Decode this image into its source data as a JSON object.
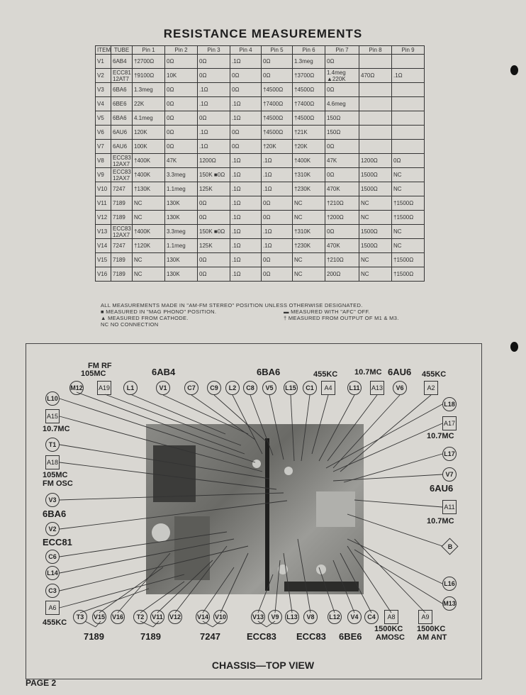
{
  "title": "RESISTANCE MEASUREMENTS",
  "table": {
    "headers": [
      "ITEM",
      "TUBE",
      "Pin 1",
      "Pin 2",
      "Pin 3",
      "Pin 4",
      "Pin 5",
      "Pin 6",
      "Pin 7",
      "Pin 8",
      "Pin 9"
    ],
    "rows": [
      [
        "V1",
        "6AB4",
        "†2700Ω",
        "0Ω",
        "0Ω",
        ".1Ω",
        "0Ω",
        "1.3meg",
        "0Ω",
        "",
        ""
      ],
      [
        "V2",
        "ECC81 12AT7",
        "†9100Ω",
        "10K",
        "0Ω",
        "0Ω",
        "0Ω",
        "†3700Ω",
        "1.4meg ▲220K",
        "470Ω",
        ".1Ω"
      ],
      [
        "V3",
        "6BA6",
        "1.3meg",
        "0Ω",
        ".1Ω",
        "0Ω",
        "†4500Ω",
        "†4500Ω",
        "0Ω",
        "",
        ""
      ],
      [
        "V4",
        "6BE6",
        "22K",
        "0Ω",
        ".1Ω",
        ".1Ω",
        "†7400Ω",
        "†7400Ω",
        "4.6meg",
        "",
        ""
      ],
      [
        "V5",
        "6BA6",
        "4.1meg",
        "0Ω",
        "0Ω",
        ".1Ω",
        "†4500Ω",
        "†4500Ω",
        "150Ω",
        "",
        ""
      ],
      [
        "V6",
        "6AU6",
        "120K",
        "0Ω",
        ".1Ω",
        "0Ω",
        "†4500Ω",
        "†21K",
        "150Ω",
        "",
        ""
      ],
      [
        "V7",
        "6AU6",
        "100K",
        "0Ω",
        ".1Ω",
        "0Ω",
        "†20K",
        "†20K",
        "0Ω",
        "",
        ""
      ],
      [
        "V8",
        "ECC83 12AX7",
        "†400K",
        "47K",
        "1200Ω",
        ".1Ω",
        ".1Ω",
        "†400K",
        "47K",
        "1200Ω",
        "0Ω"
      ],
      [
        "V9",
        "ECC83 12AX7",
        "†400K",
        "3.3meg",
        "150K ■0Ω",
        ".1Ω",
        ".1Ω",
        "†310K",
        "0Ω",
        "1500Ω",
        "NC"
      ],
      [
        "V10",
        "7247",
        "†130K",
        "1.1meg",
        "125K",
        ".1Ω",
        ".1Ω",
        "†230K",
        "470K",
        "1500Ω",
        "NC"
      ],
      [
        "V11",
        "7189",
        "NC",
        "130K",
        "0Ω",
        ".1Ω",
        "0Ω",
        "NC",
        "†210Ω",
        "NC",
        "†1500Ω"
      ],
      [
        "V12",
        "7189",
        "NC",
        "130K",
        "0Ω",
        ".1Ω",
        "0Ω",
        "NC",
        "†200Ω",
        "NC",
        "†1500Ω"
      ],
      [
        "V13",
        "ECC83 12AX7",
        "†400K",
        "3.3meg",
        "150K ■0Ω",
        ".1Ω",
        ".1Ω",
        "†310K",
        "0Ω",
        "1500Ω",
        "NC"
      ],
      [
        "V14",
        "7247",
        "†120K",
        "1.1meg",
        "125K",
        ".1Ω",
        ".1Ω",
        "†230K",
        "470K",
        "1500Ω",
        "NC"
      ],
      [
        "V15",
        "7189",
        "NC",
        "130K",
        "0Ω",
        ".1Ω",
        "0Ω",
        "NC",
        "†210Ω",
        "NC",
        "†1500Ω"
      ],
      [
        "V16",
        "7189",
        "NC",
        "130K",
        "0Ω",
        ".1Ω",
        "0Ω",
        "NC",
        "200Ω",
        "NC",
        "†1500Ω"
      ]
    ]
  },
  "notes": {
    "line1": "ALL MEASUREMENTS MADE IN \"AM-FM STEREO\" POSITION UNLESS OTHERWISE DESIGNATED.",
    "line2a": "■  MEASURED IN \"MAG PHONO\" POSITION.",
    "line2b": "▬  MEASURED WITH \"AFC\" OFF.",
    "line3a": "▲  MEASURED FROM CATHODE.",
    "line3b": "†  MEASURED FROM OUTPUT OF M1 & M3.",
    "line4": "NC  NO CONNECTION"
  },
  "callouts": {
    "M12": "M12",
    "A19": "A19",
    "L1": "L1",
    "V1": "V1",
    "C7": "C7",
    "C9": "C9",
    "L2": "L2",
    "C8": "C8",
    "V5": "V5",
    "L15": "L15",
    "C1": "C1",
    "A4": "A4",
    "L11": "L11",
    "A13": "A13",
    "V6": "V6",
    "A2": "A2",
    "L10": "L10",
    "A15": "A15",
    "T1": "T1",
    "A18": "A18",
    "V3": "V3",
    "V2": "V2",
    "C6": "C6",
    "L14": "L14",
    "C3": "C3",
    "A6": "A6",
    "L18": "L18",
    "A17": "A17",
    "L17": "L17",
    "V7": "V7",
    "A11": "A11",
    "B": "B",
    "L16": "L16",
    "M13": "M13",
    "T3": "T3",
    "V15": "V15",
    "V16": "V16",
    "T2": "T2",
    "V11": "V11",
    "V12": "V12",
    "V14": "V14",
    "V10": "V10",
    "V13": "V13",
    "V9": "V9",
    "L13": "L13",
    "V8": "V8",
    "L12": "L12",
    "V4": "V4",
    "C4": "C4",
    "A8": "A8",
    "A9": "A9"
  },
  "labels": {
    "fm_rf": "FM RF",
    "mc105_top": "105MC",
    "tube_6ab4": "6AB4",
    "tube_6ba6_top": "6BA6",
    "kc455_a": "455KC",
    "mc107_top": "10.7MC",
    "tube_6au6_top": "6AU6",
    "kc455_b": "455KC",
    "mc107_left": "10.7MC",
    "mc105_left": "105MC",
    "fm_osc": "FM OSC",
    "tube_6ba6_left": "6BA6",
    "tube_ecc81": "ECC81",
    "kc455_c": "455KC",
    "mc107_right1": "10.7MC",
    "tube_6au6_right": "6AU6",
    "mc107_right2": "10.7MC",
    "b_7189_a": "7189",
    "b_7189_b": "7189",
    "b_7247": "7247",
    "b_ecc83_a": "ECC83",
    "b_ecc83_b": "ECC83",
    "b_6be6": "6BE6",
    "kc1500_a": "1500KC",
    "amosc": "AMOSC",
    "kc1500_b": "1500KC",
    "am_ant": "AM ANT"
  },
  "chassis_title": "CHASSIS—TOP VIEW",
  "page_label": "PAGE 2"
}
